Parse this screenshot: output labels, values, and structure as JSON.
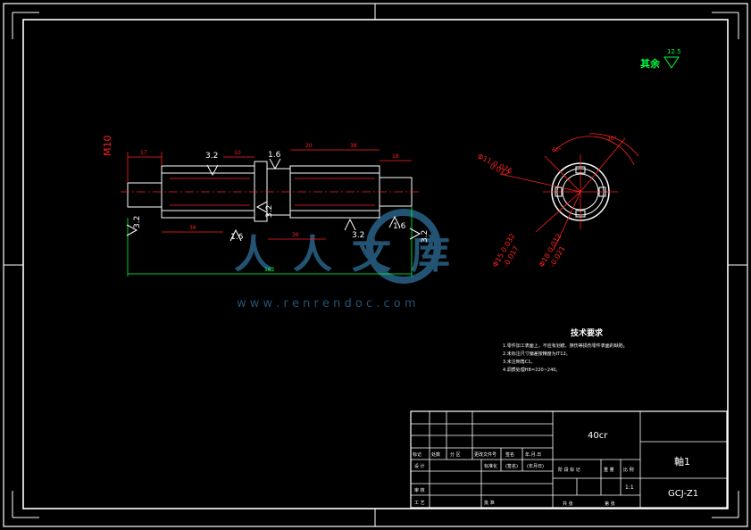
{
  "drawing": {
    "callouts": {
      "m10": "M10",
      "rough_left_top": "3.2",
      "rough_mid_top": "1.6",
      "rough_left_bottom": "3.2",
      "rough_collar": "3.2",
      "rough_bottom_mid": "1.6",
      "rough_bottom_right": "3.2",
      "rough_right_1": "1.6",
      "rough_right_2": "3.2",
      "qiyu": "其余",
      "qiyu_value": "12.5"
    },
    "dims": {
      "d17": "17",
      "d10": "10",
      "d20": "20",
      "d38": "38",
      "d18": "18",
      "d36": "36",
      "d36b": "36",
      "d162": "162",
      "phi11": "Φ11  0.076",
      "phi11b": "0.012",
      "phi15": "Φ15  0.032",
      "phi15b": "-0.017",
      "phi18": "Φ18  0.012",
      "phi18b": "-0.021",
      "ang1": "60°",
      "ang2": "30°"
    },
    "watermark": {
      "cn": "人人文库",
      "url": "w w w . r e n r e n d o c . c o m"
    }
  },
  "notes": {
    "title": "技术要求",
    "items": [
      "1.零件加工表面上，不应有划痕、擦伤等损伤零件表面的缺陷。",
      "2.未标注尺寸偏差按精度为IT12。",
      "3.未注倒角C1。",
      "4.调质处理HB=220~240。"
    ]
  },
  "titleblock": {
    "material": "40cr",
    "part_name": "軸1",
    "drawing_no": "GCJ-Z1",
    "scale": "1:1",
    "rev_headers": [
      "标记",
      "处数",
      "分 区",
      "更改文件号",
      "签名",
      "年.月.日"
    ],
    "role_design": "设 计",
    "role_std": "标准化",
    "role_sign": "(签名)",
    "role_date": "(年月日)",
    "role_review": "审 核",
    "role_craft": "工 艺",
    "role_approve": "批 准",
    "stage_headers": [
      "阶 段 标 记",
      "重 量",
      "比 例"
    ],
    "sheet_headers": [
      "共   张",
      "第   张"
    ]
  }
}
